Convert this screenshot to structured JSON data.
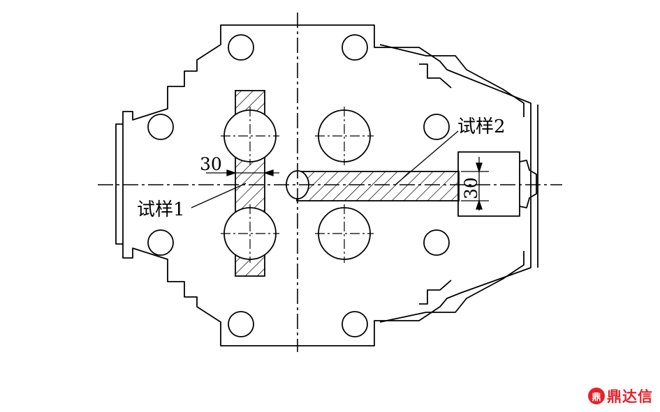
{
  "labels": {
    "sample1": "试样1",
    "sample2": "试样2",
    "dim1": "30",
    "dim2": "30"
  },
  "logo": {
    "badge": "鼎",
    "text": "鼎达信",
    "color": "#e8202a"
  }
}
